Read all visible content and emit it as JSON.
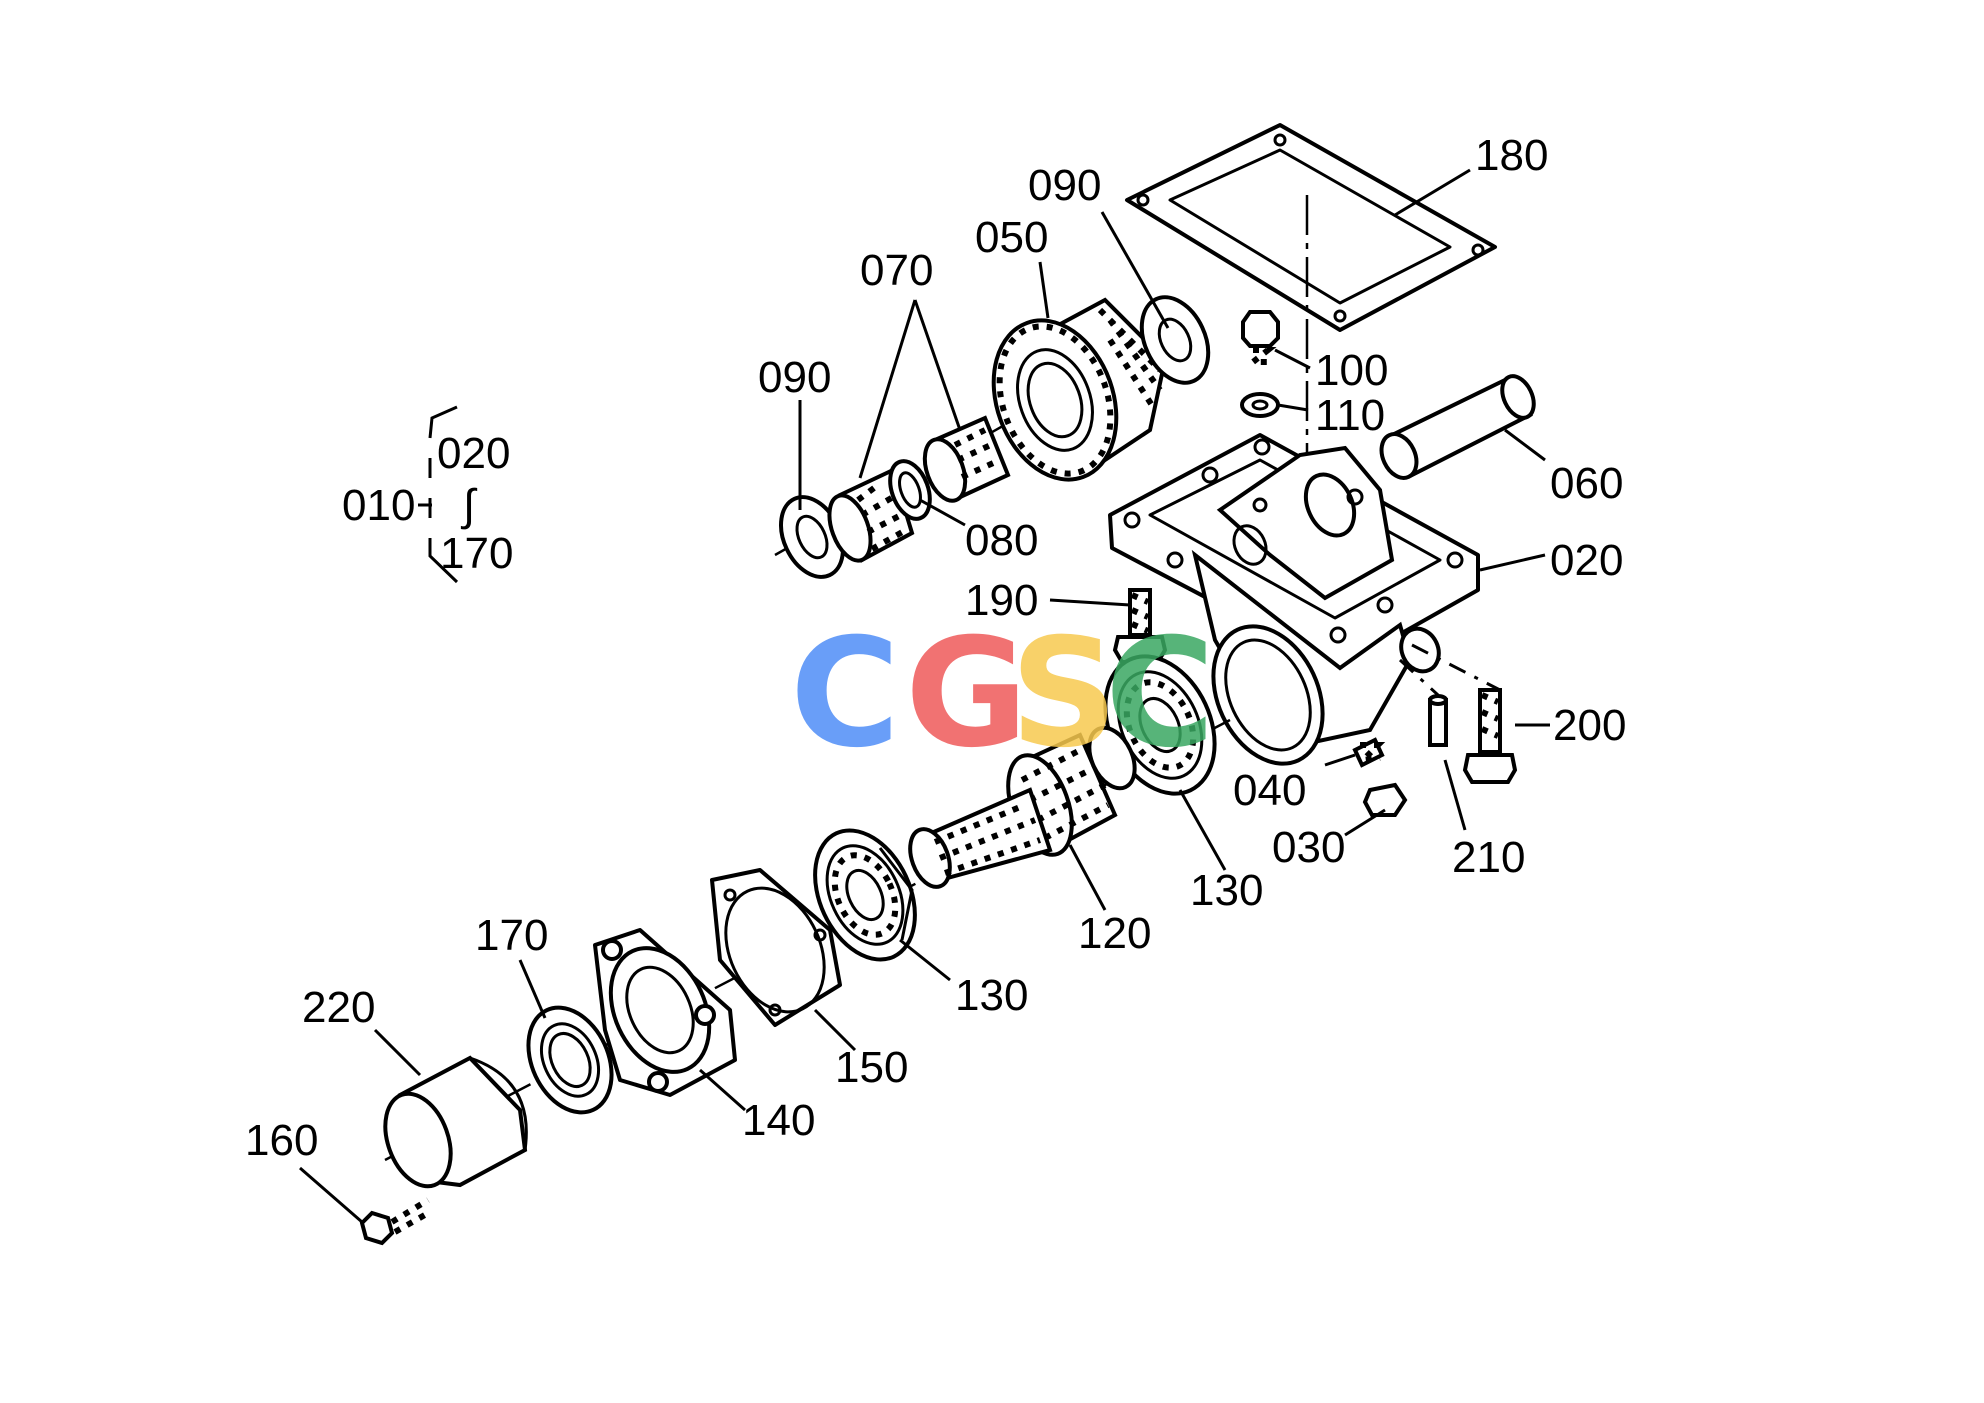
{
  "diagram": {
    "assembly": {
      "parent": "010",
      "range_start": "020",
      "range_symbol": "∫",
      "range_end": "170"
    },
    "part_labels": {
      "p180": "180",
      "p090_top": "090",
      "p050": "050",
      "p070": "070",
      "p090_left": "090",
      "p080": "080",
      "p100": "100",
      "p110": "110",
      "p060": "060",
      "p020": "020",
      "p190": "190",
      "p200": "200",
      "p040": "040",
      "p030": "030",
      "p210": "210",
      "p130_right": "130",
      "p120": "120",
      "p130_mid": "130",
      "p150": "150",
      "p140": "140",
      "p170": "170",
      "p220": "220",
      "p160": "160"
    },
    "watermark": {
      "letters": [
        "C",
        "G",
        "S",
        "C"
      ],
      "colors": [
        "#4f8ef7",
        "#ef5a5a",
        "#f7c94f",
        "#3aa862"
      ]
    }
  }
}
